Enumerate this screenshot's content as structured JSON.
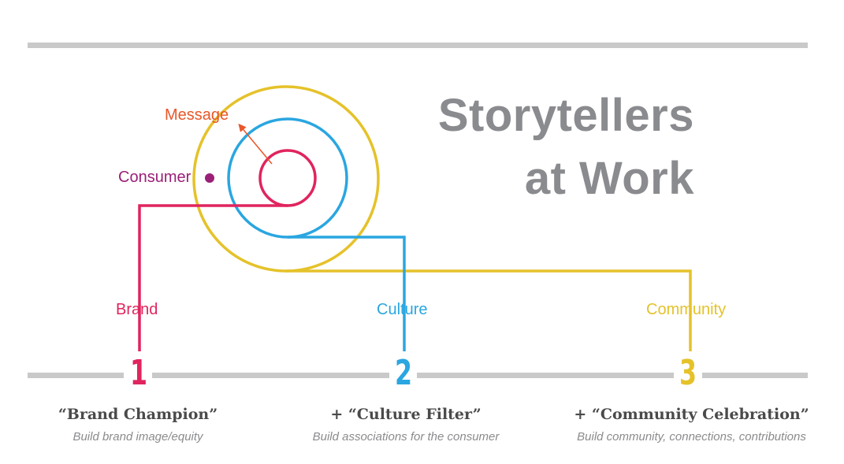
{
  "title": {
    "line1": "Storytellers",
    "line2": "at Work"
  },
  "diagram": {
    "labels": {
      "message": "Message",
      "consumer": "Consumer",
      "brand": "Brand",
      "culture": "Culture",
      "community": "Community"
    },
    "colors": {
      "brand": "#e0245e",
      "culture": "#2aa6e0",
      "community": "#e5c22a",
      "message": "#e8572a",
      "consumer": "#9b1f77",
      "rule": "#c9c9c9",
      "title": "#8a8b8e"
    }
  },
  "steps": [
    {
      "number": "1",
      "heading": "“Brand Champion”",
      "description": "Build brand image/equity"
    },
    {
      "number": "2",
      "heading": "+ “Culture Filter”",
      "description": "Build associations for the consumer"
    },
    {
      "number": "3",
      "heading": "+ “Community Celebration”",
      "description": "Build community, connections, contributions"
    }
  ]
}
